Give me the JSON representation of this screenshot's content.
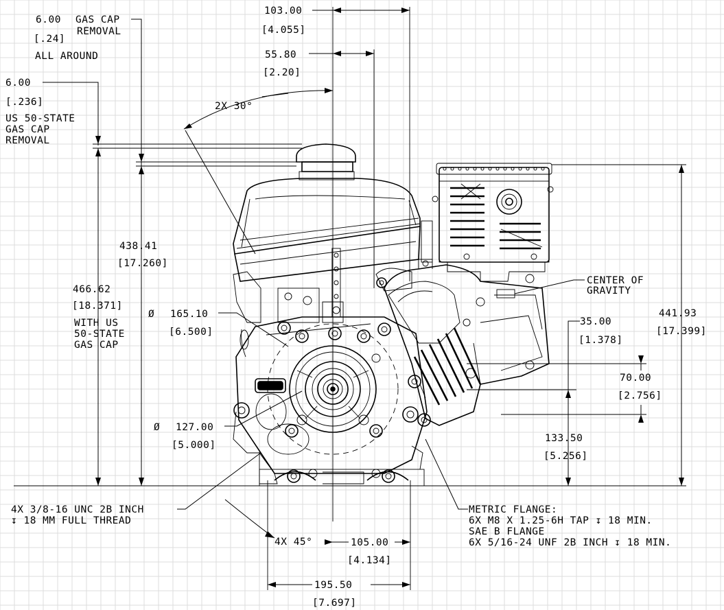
{
  "notes": {
    "gas_cap_removal_value": "6.00",
    "gas_cap_removal_label_1": "GAS CAP",
    "gas_cap_removal_label_2": "REMOVAL",
    "gas_cap_removal_inch": "[.24]",
    "gas_cap_all_around": "ALL AROUND",
    "us50_value": "6.00",
    "us50_inch": "[.236]",
    "us50_line1": "US 50-STATE",
    "us50_line2": "GAS CAP",
    "us50_line3": "REMOVAL",
    "angle_30": "2X 30°",
    "height_438": "438.41",
    "height_438_inch": "[17.260]",
    "height_466": "466.62",
    "height_466_inch": "[18.371]",
    "height_466_note1": "WITH US",
    "height_466_note2": "50-STATE",
    "height_466_note3": "GAS CAP",
    "dia_165_symbol": "Ø",
    "dia_165": "165.10",
    "dia_165_inch": "[6.500]",
    "dia_127_symbol": "Ø",
    "dia_127": "127.00",
    "dia_127_inch": "[5.000]",
    "mount_line1": "4X 3/8-16 UNC 2B INCH",
    "mount_line2": "↧ 18 MM FULL THREAD",
    "angle_45": "4X 45°",
    "top_103": "103.00",
    "top_103_inch": "[4.055]",
    "top_55": "55.80",
    "top_55_inch": "[2.20]",
    "cog_line1": "CENTER OF",
    "cog_line2": "GRAVITY",
    "right_441": "441.93",
    "right_441_inch": "[17.399]",
    "right_35": "35.00",
    "right_35_inch": "[1.378]",
    "right_70": "70.00",
    "right_70_inch": "[2.756]",
    "right_133": "133.50",
    "right_133_inch": "[5.256]",
    "flange_line1": "METRIC FLANGE:",
    "flange_line2": "6X M8 X 1.25-6H TAP ↧ 18 MIN.",
    "flange_line3": "SAE B FLANGE",
    "flange_line4": "6X 5/16-24 UNF 2B INCH ↧ 18 MIN.",
    "bottom_105": "105.00",
    "bottom_105_inch": "[4.134]",
    "bottom_195": "195.50",
    "bottom_195_inch": "[7.697]"
  }
}
